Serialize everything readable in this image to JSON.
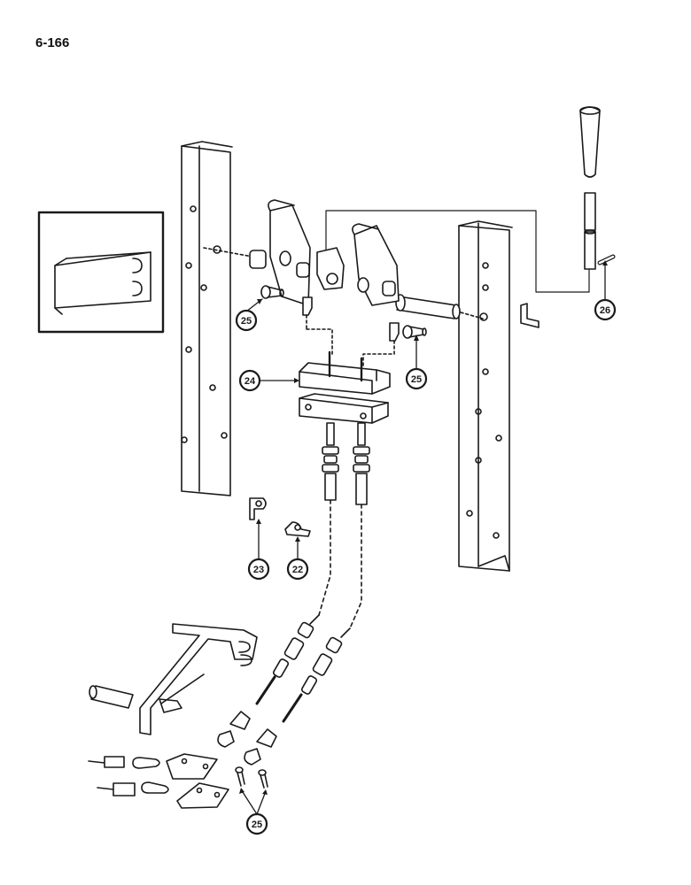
{
  "page_number": "6-166",
  "callouts": {
    "c22": "22",
    "c23": "23",
    "c24": "24",
    "c25a": "25",
    "c25b": "25",
    "c25c": "25",
    "c26": "26"
  },
  "colors": {
    "ink": "#1a1a1a",
    "paper": "#ffffff"
  }
}
